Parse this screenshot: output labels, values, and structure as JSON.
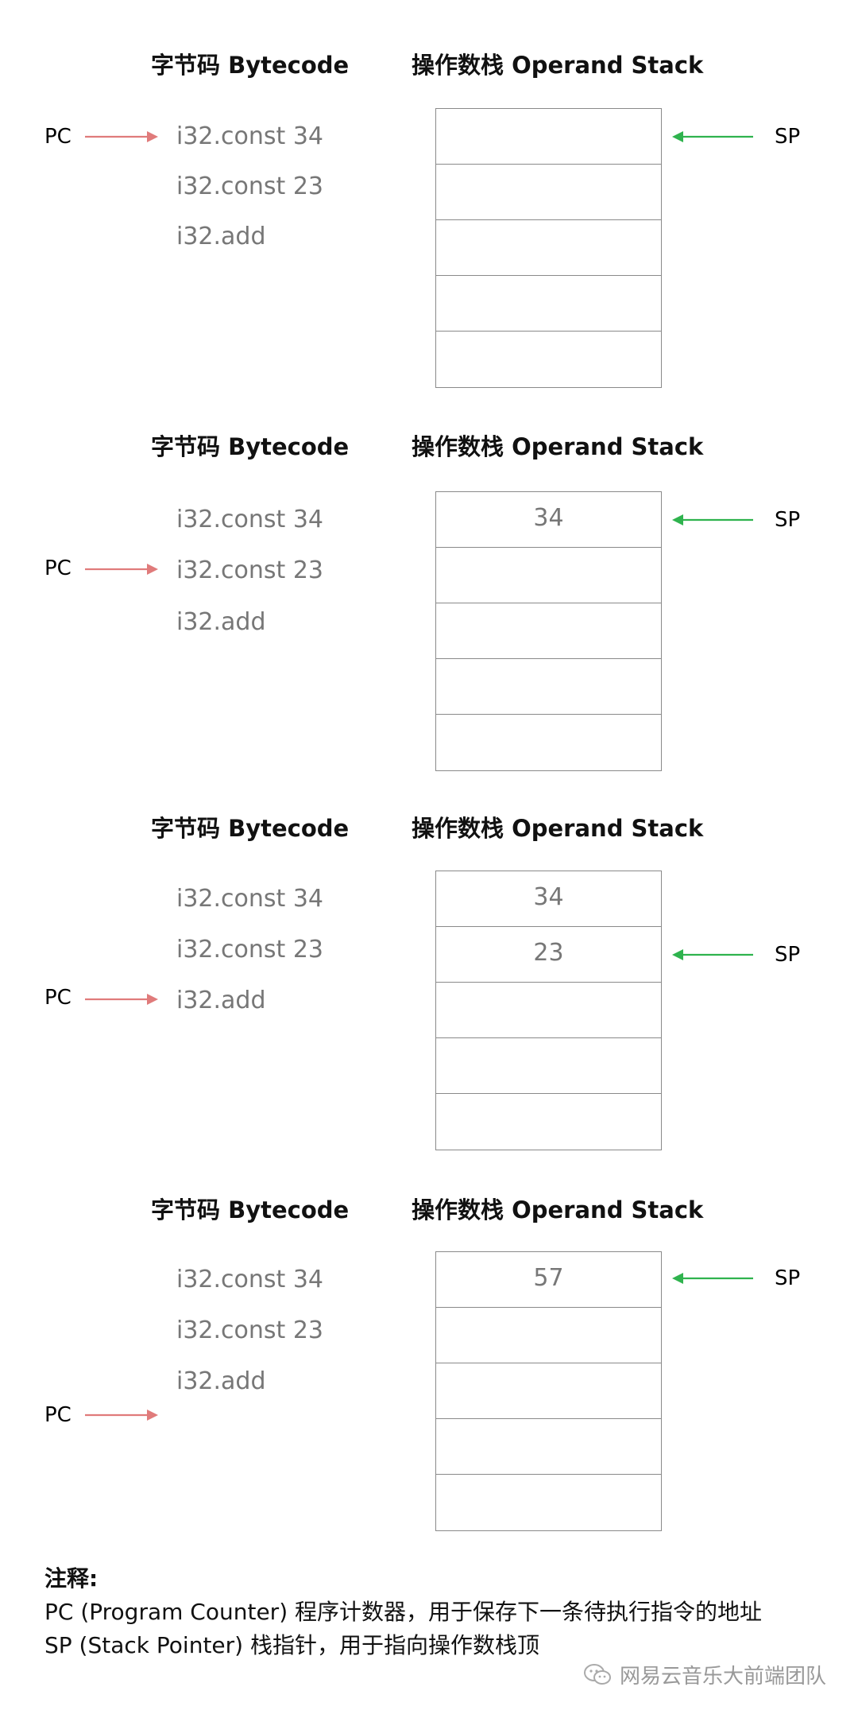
{
  "header": {
    "bytecode": "字节码 Bytecode",
    "stack": "操作数栈 Operand Stack"
  },
  "instructions": [
    "i32.const 34",
    "i32.const 23",
    "i32.add"
  ],
  "labels": {
    "pc": "PC",
    "sp": "SP"
  },
  "colors": {
    "pc_arrow": "#e07b7b",
    "sp_arrow": "#2fb34e",
    "instruction_text": "#777777",
    "stack_border": "#8a8a8a"
  },
  "panels": [
    {
      "stack": [
        "",
        "",
        "",
        "",
        ""
      ]
    },
    {
      "stack": [
        "34",
        "",
        "",
        "",
        ""
      ]
    },
    {
      "stack": [
        "34",
        "23",
        "",
        "",
        ""
      ]
    },
    {
      "stack": [
        "57",
        "",
        "",
        "",
        ""
      ]
    }
  ],
  "notes": {
    "title": "注释:",
    "pc_note": "PC (Program Counter) 程序计数器，用于保存下一条待执行指令的地址",
    "sp_note": "SP (Stack Pointer) 栈指针，用于指向操作数栈顶"
  },
  "watermark": {
    "text": "网易云音乐大前端团队",
    "icon": "wechat-icon"
  }
}
